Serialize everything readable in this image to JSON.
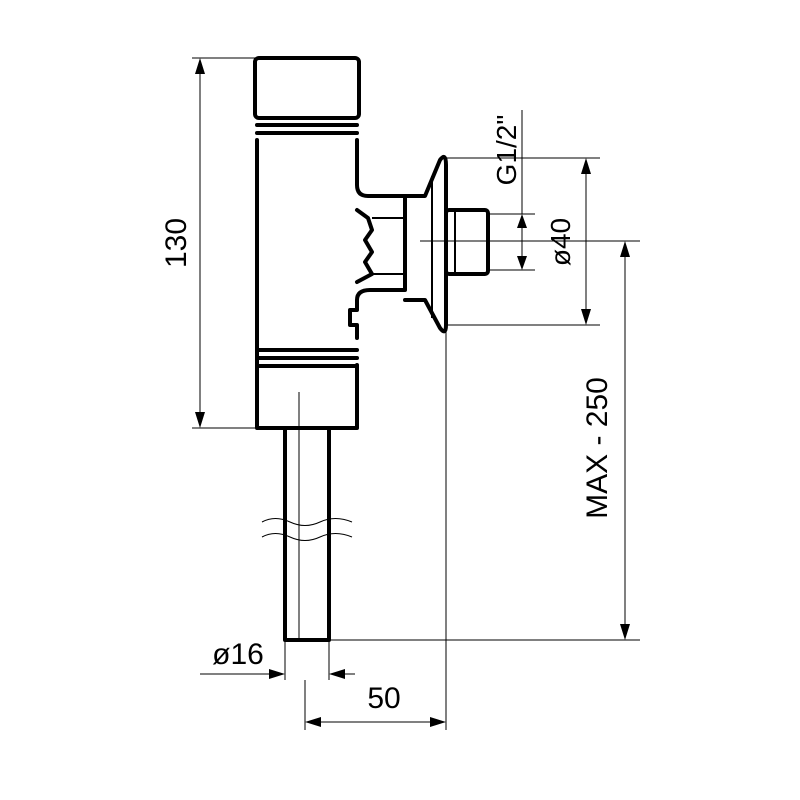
{
  "dimensions": {
    "height": "130",
    "thread": "G1/2\"",
    "flange_diameter": "ø40",
    "max_length": "MAX - 250",
    "pipe_diameter": "ø16",
    "offset": "50"
  },
  "colors": {
    "line": "#000000",
    "background": "#ffffff"
  }
}
